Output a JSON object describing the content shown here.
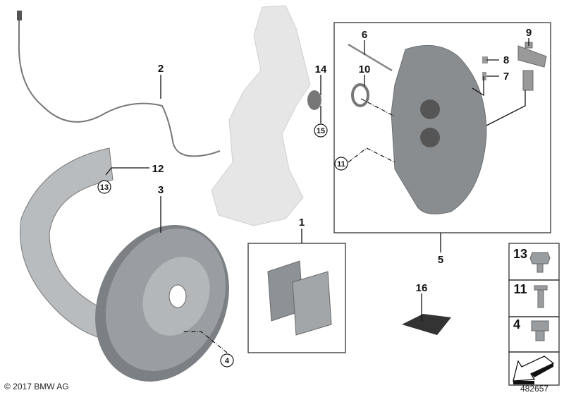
{
  "diagram": {
    "callouts": [
      "1",
      "2",
      "3",
      "5",
      "6",
      "7",
      "8",
      "9",
      "10",
      "12",
      "14",
      "16"
    ],
    "circled_callouts": [
      "4",
      "11",
      "13",
      "15"
    ],
    "side_panel": [
      "13",
      "11",
      "4"
    ],
    "copyright": "© 2017 BMW AG",
    "diagram_id": "482657",
    "colors": {
      "part_gray": "#8a8d90",
      "knuckle_ghost": "#e4e4e4",
      "line": "#111111"
    }
  }
}
